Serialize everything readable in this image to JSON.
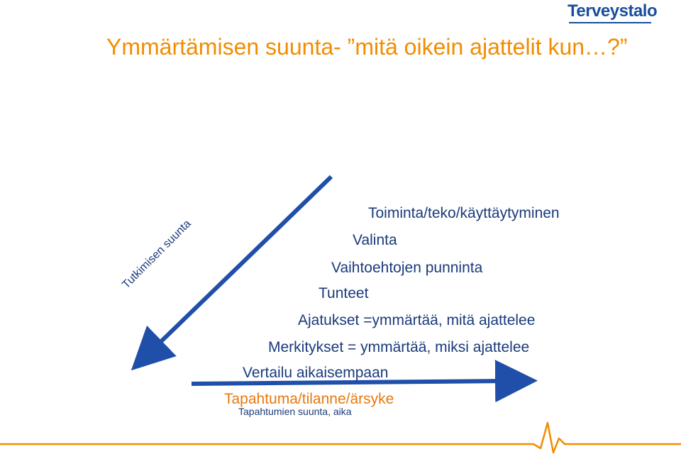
{
  "brand": {
    "logo_text": "Terveystalo",
    "logo_color": "#1a4e9c",
    "title_color": "#f28c00",
    "text_color": "#1a3a7a",
    "arrow_color": "#1f4fa8"
  },
  "slide": {
    "title": "Ymmärtämisen suunta- ”mitä oikein ajattelit kun…?”",
    "steps": {
      "action": "Toiminta/teko/käyttäytyminen",
      "choice": "Valinta",
      "weighing": "Vaihtoehtojen punninta",
      "feelings": "Tunteet",
      "thoughts": "Ajatukset =ymmärtää, mitä ajattelee",
      "meanings": "Merkitykset = ymmärtää, miksi ajattelee",
      "comparison": "Vertailu aikaisempaan",
      "event": "Tapahtuma/tilanne/ärsyke"
    },
    "events_direction_label": "Tapahtumien suunta, aika",
    "research_direction_label": "Tutkimisen suunta"
  }
}
